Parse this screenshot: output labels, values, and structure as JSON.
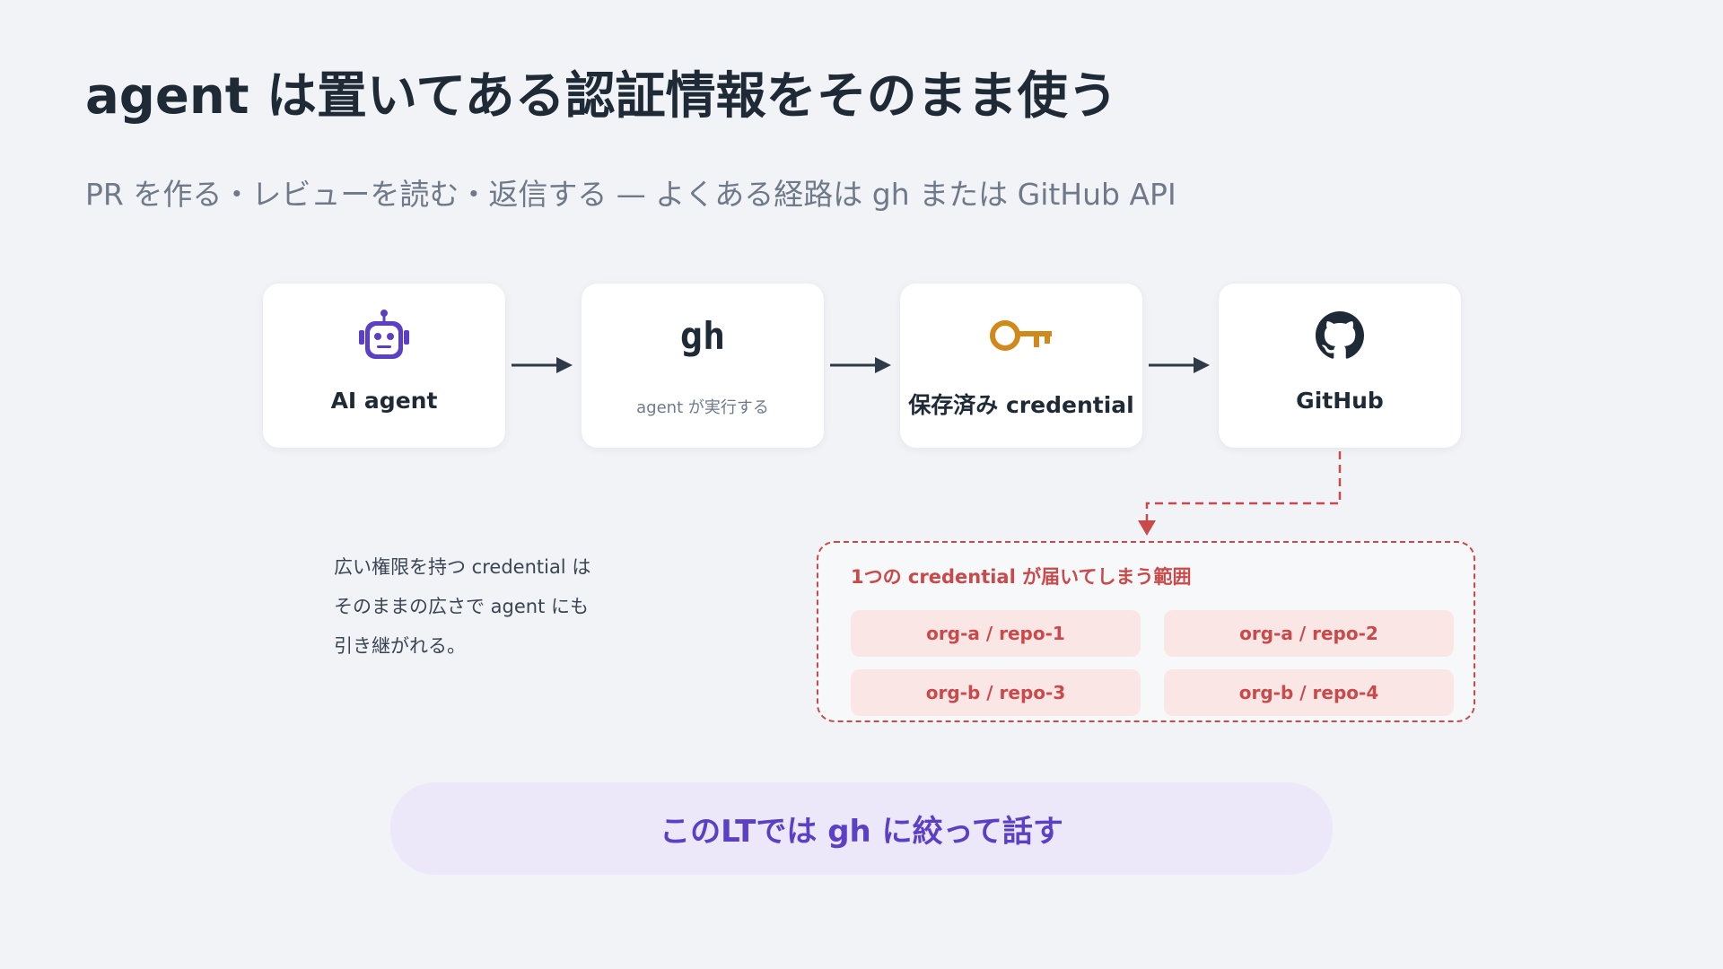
{
  "title": "agent は置いてある認証情報をそのまま使う",
  "subtitle": "PR を作る・レビューを読む・返信する — よくある経路は gh または GitHub API",
  "flow": {
    "nodes": [
      {
        "label": "AI agent",
        "icon": "robot-icon"
      },
      {
        "label": "gh",
        "sublabel": "agent が実行する",
        "icon": "gh-text"
      },
      {
        "label": "保存済み credential",
        "icon": "key-icon"
      },
      {
        "label": "GitHub",
        "icon": "github-icon"
      }
    ]
  },
  "note": {
    "lines": [
      "広い権限を持つ credential は",
      "そのままの広さで agent にも",
      "引き継がれる。"
    ]
  },
  "scope": {
    "title": "1つの credential が届いてしまう範囲",
    "repos": [
      "org-a / repo-1",
      "org-a / repo-2",
      "org-b / repo-3",
      "org-b / repo-4"
    ]
  },
  "banner": "このLTでは gh に絞って話す",
  "colors": {
    "accent_purple": "#5b3fc4",
    "danger_red": "#c94a4a",
    "key_orange": "#d08a1c",
    "background": "#f1f3f7"
  }
}
